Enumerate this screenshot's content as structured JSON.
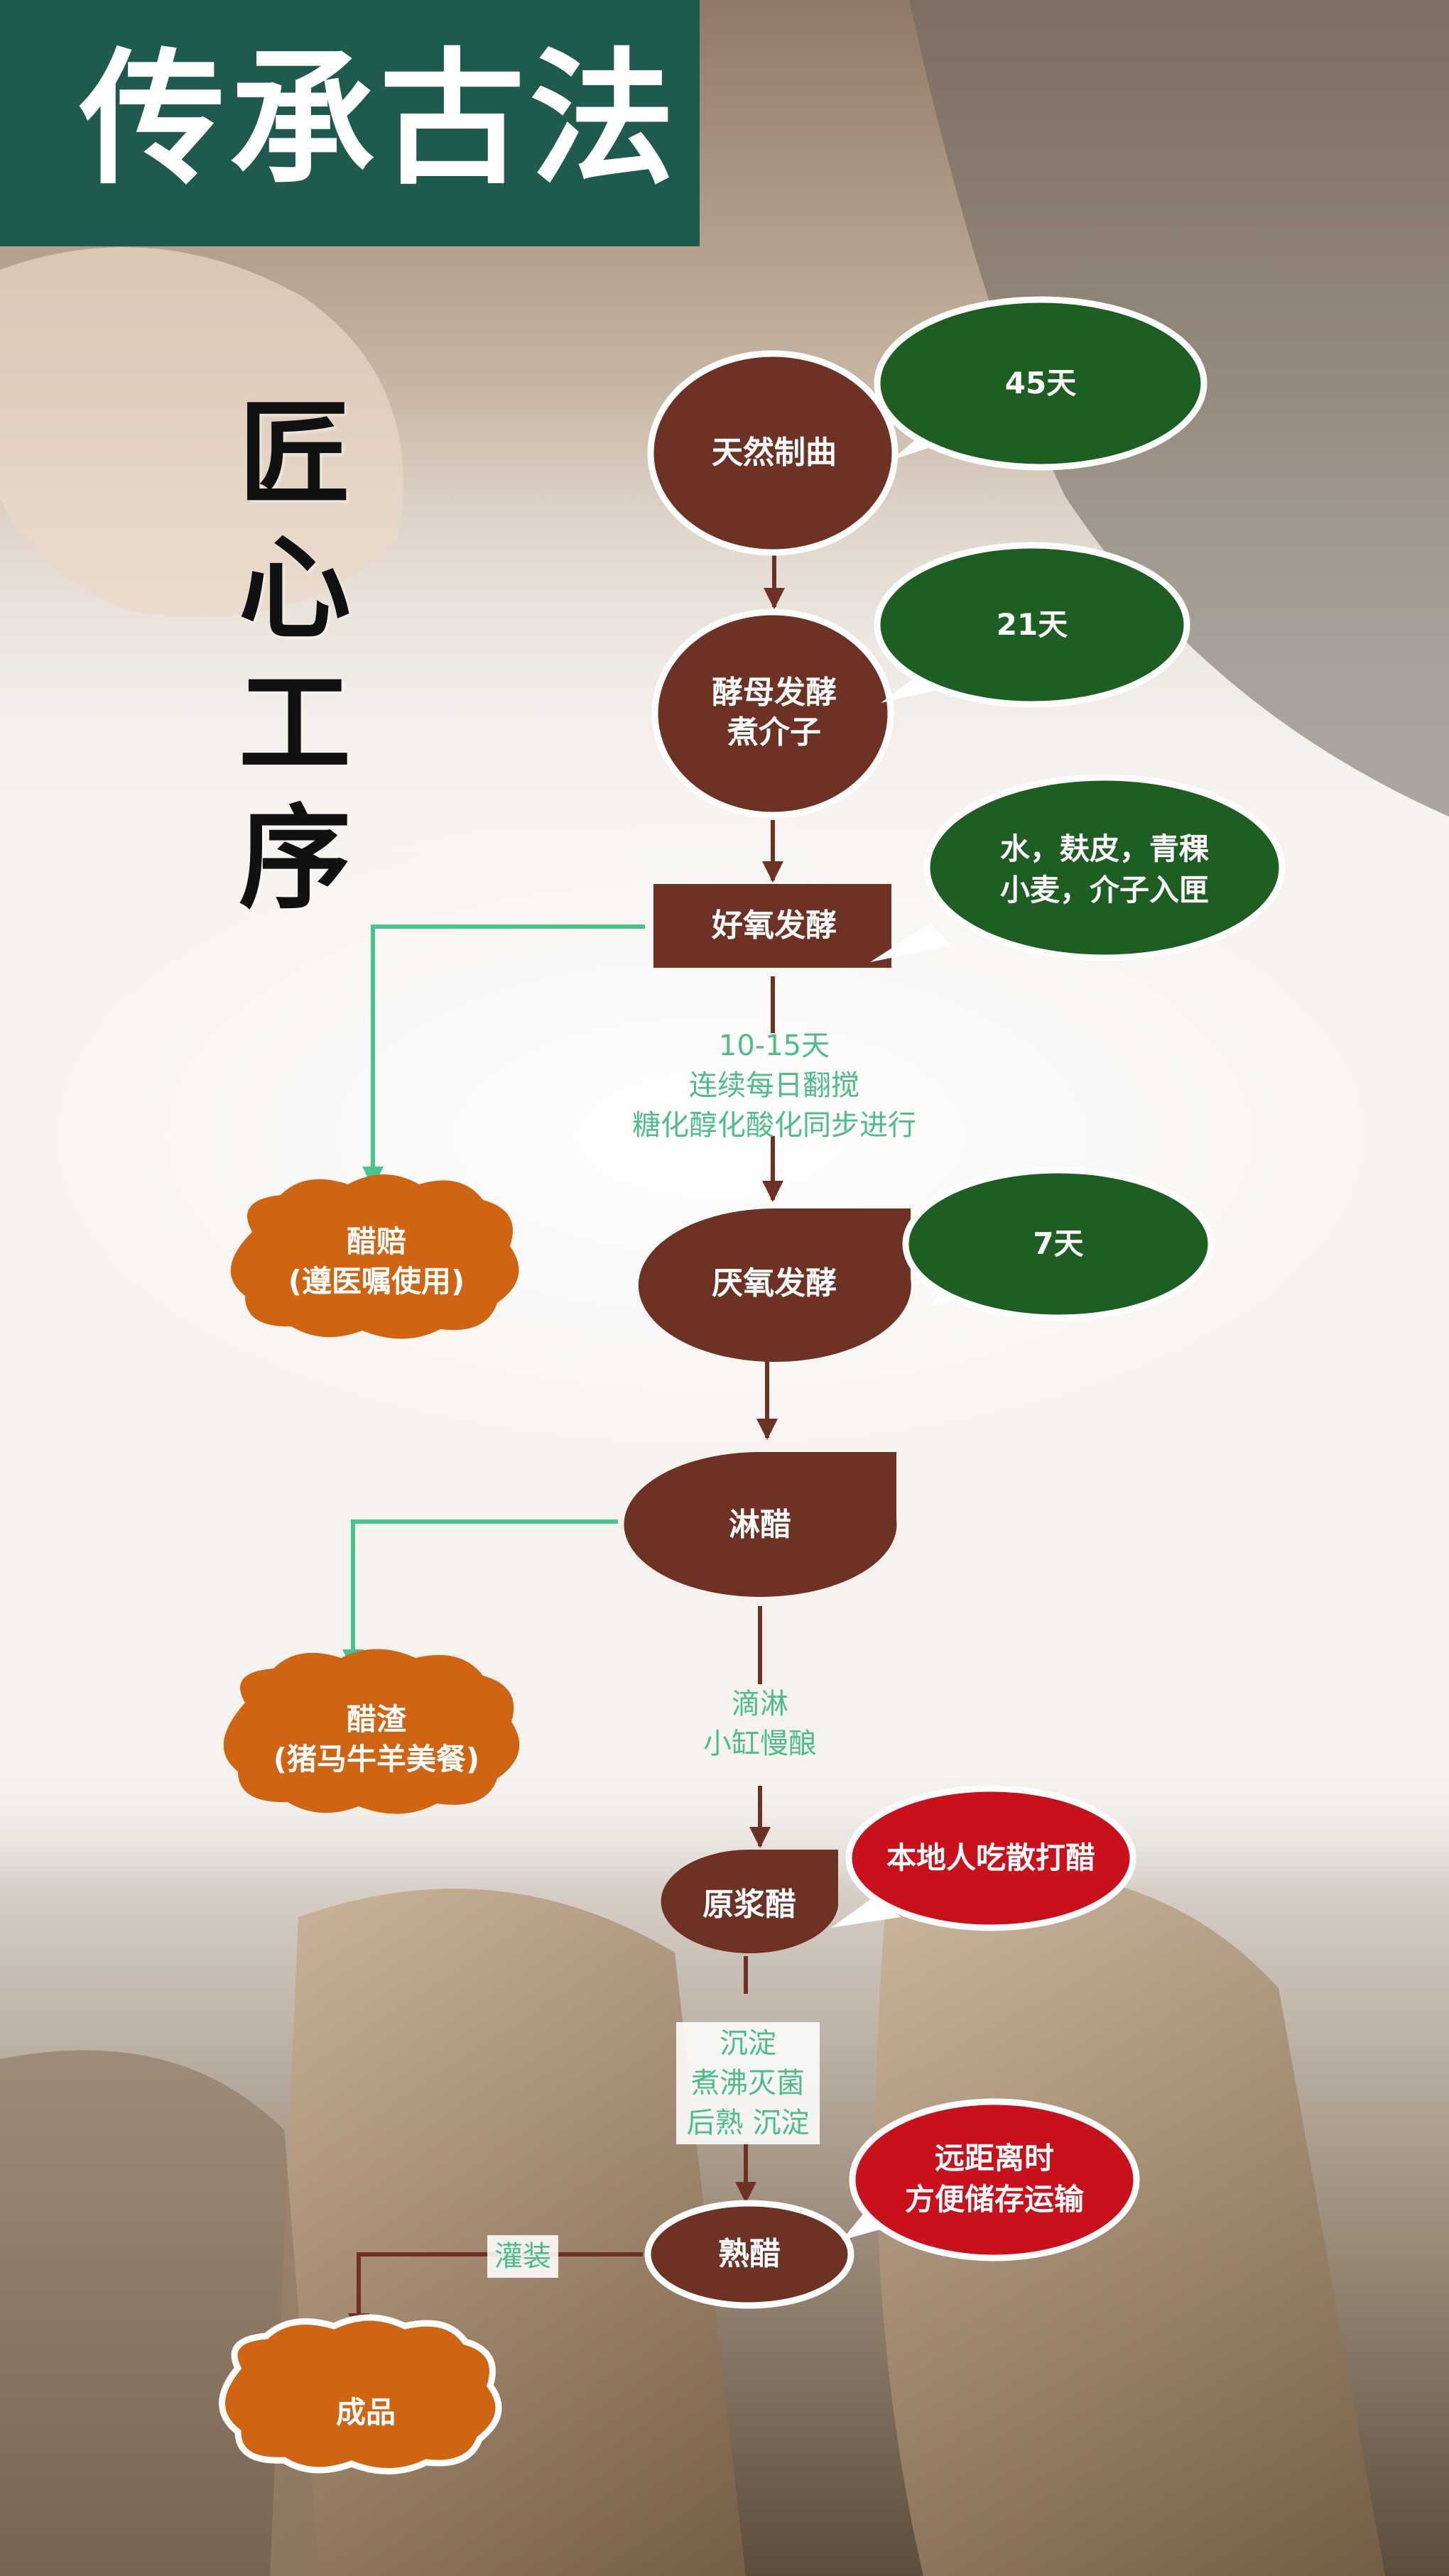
{
  "header": {
    "title": "传承古法"
  },
  "side_title": {
    "chars": [
      "匠",
      "心",
      "工",
      "序"
    ]
  },
  "colors": {
    "node_brown": "#6d3224",
    "bubble_green": "#1f5e22",
    "bubble_red": "#c8111a",
    "side_orange": "#cf6413",
    "branch_green": "#49c48f",
    "note_green": "#4dbe8a",
    "header_teal": "#1e5a4e"
  },
  "nodes": {
    "n1": "天然制曲",
    "n2": [
      "酵母发酵",
      "煮介子"
    ],
    "n3": "好氧发酵",
    "n4": "厌氧发酵",
    "n5": "淋醋",
    "n6": "原浆醋",
    "n7": "熟醋"
  },
  "bubbles": {
    "b1": "45天",
    "b2": "21天",
    "b3": [
      "水，麸皮，青稞",
      "小麦，介子入匣"
    ],
    "b4": "7天",
    "b5": "本地人吃散打醋",
    "b6": [
      "远距离时",
      "方便储存运输"
    ]
  },
  "side_products": {
    "s1": [
      "醋赔",
      "(遵医嘱使用)"
    ],
    "s2": [
      "醋渣",
      "(猪马牛羊美餐)"
    ],
    "s3": "成品"
  },
  "notes": {
    "aerobic": [
      "10-15天",
      "连续每日翻搅",
      "糖化醇化酸化同步进行"
    ],
    "drip": [
      "滴淋",
      "小缸慢酿"
    ],
    "settle": [
      "沉淀",
      "煮沸灭菌",
      "后熟 沉淀"
    ],
    "bottling": "灌装"
  }
}
